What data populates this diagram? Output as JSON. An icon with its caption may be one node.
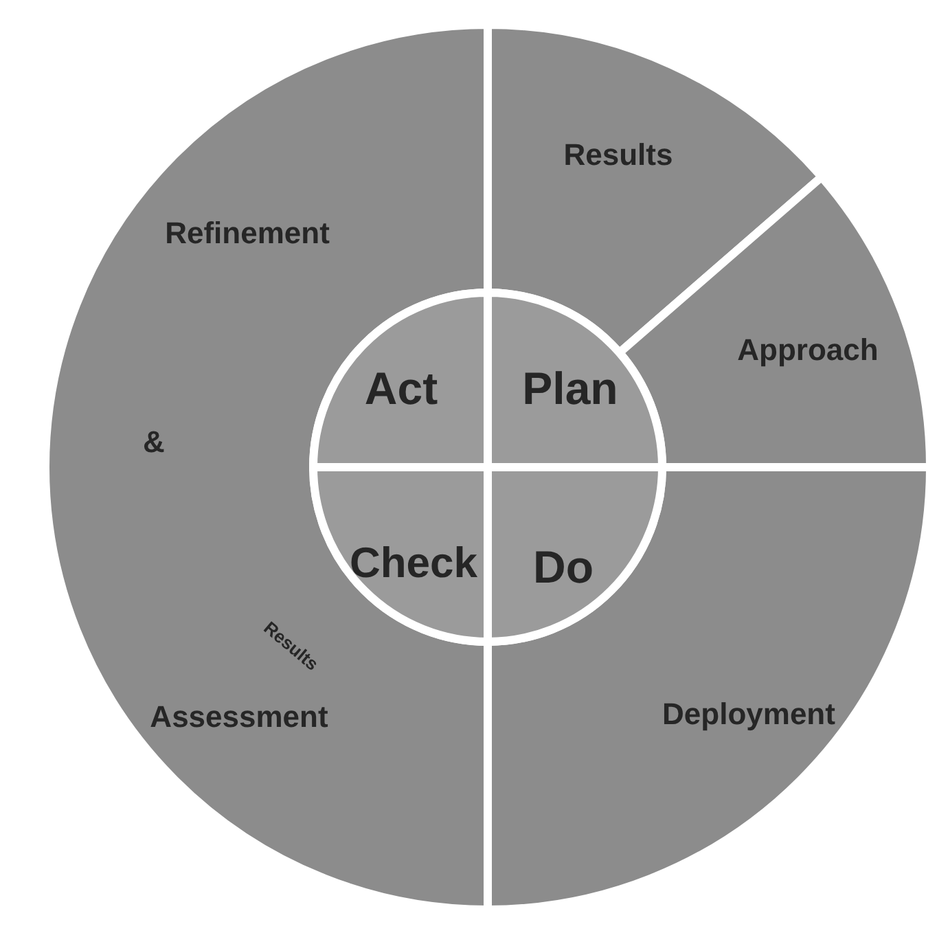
{
  "diagram": {
    "nodes": [
      {
        "text": [
          "Results"
        ]
      },
      {
        "text": [
          "Approach"
        ]
      },
      {
        "text": [
          "Deployment"
        ]
      },
      {
        "text": [
          "Refinement",
          "&",
          "Assessment",
          "Results"
        ]
      },
      {
        "text": [
          "Act"
        ]
      },
      {
        "text": [
          "Plan"
        ]
      },
      {
        "text": [
          "Do"
        ]
      },
      {
        "text": [
          "Check"
        ]
      }
    ]
  }
}
